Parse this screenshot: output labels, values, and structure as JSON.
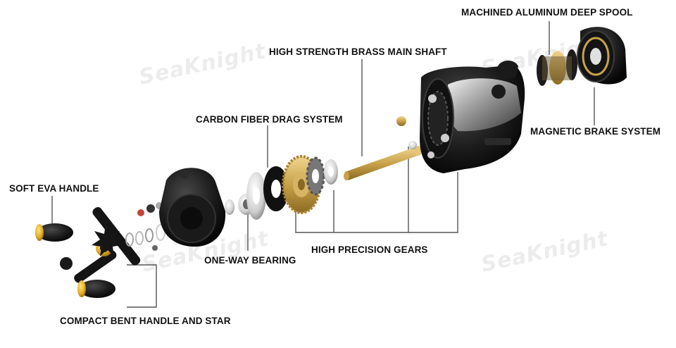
{
  "brand": {
    "watermark": "SeaKnight"
  },
  "callouts": {
    "spool": "MACHINED ALUMINUM DEEP SPOOL",
    "main_shaft": "HIGH STRENGTH BRASS MAIN SHAFT",
    "drag": "CARBON FIBER DRAG SYSTEM",
    "brake": "MAGNETIC BRAKE SYSTEM",
    "handle": "SOFT EVA HANDLE",
    "bearing": "ONE-WAY BEARING",
    "gears": "HIGH PRECISION GEARS",
    "bent_handle": "COMPACT BENT HANDLE AND STAR"
  },
  "colors": {
    "line": "#555555",
    "text": "#111111",
    "metal_dark": "#1c1c1c",
    "brass": "#c9a24a",
    "gold": "#e2b12a",
    "silver": "#cfcfcf",
    "watermark": "#ececec"
  }
}
